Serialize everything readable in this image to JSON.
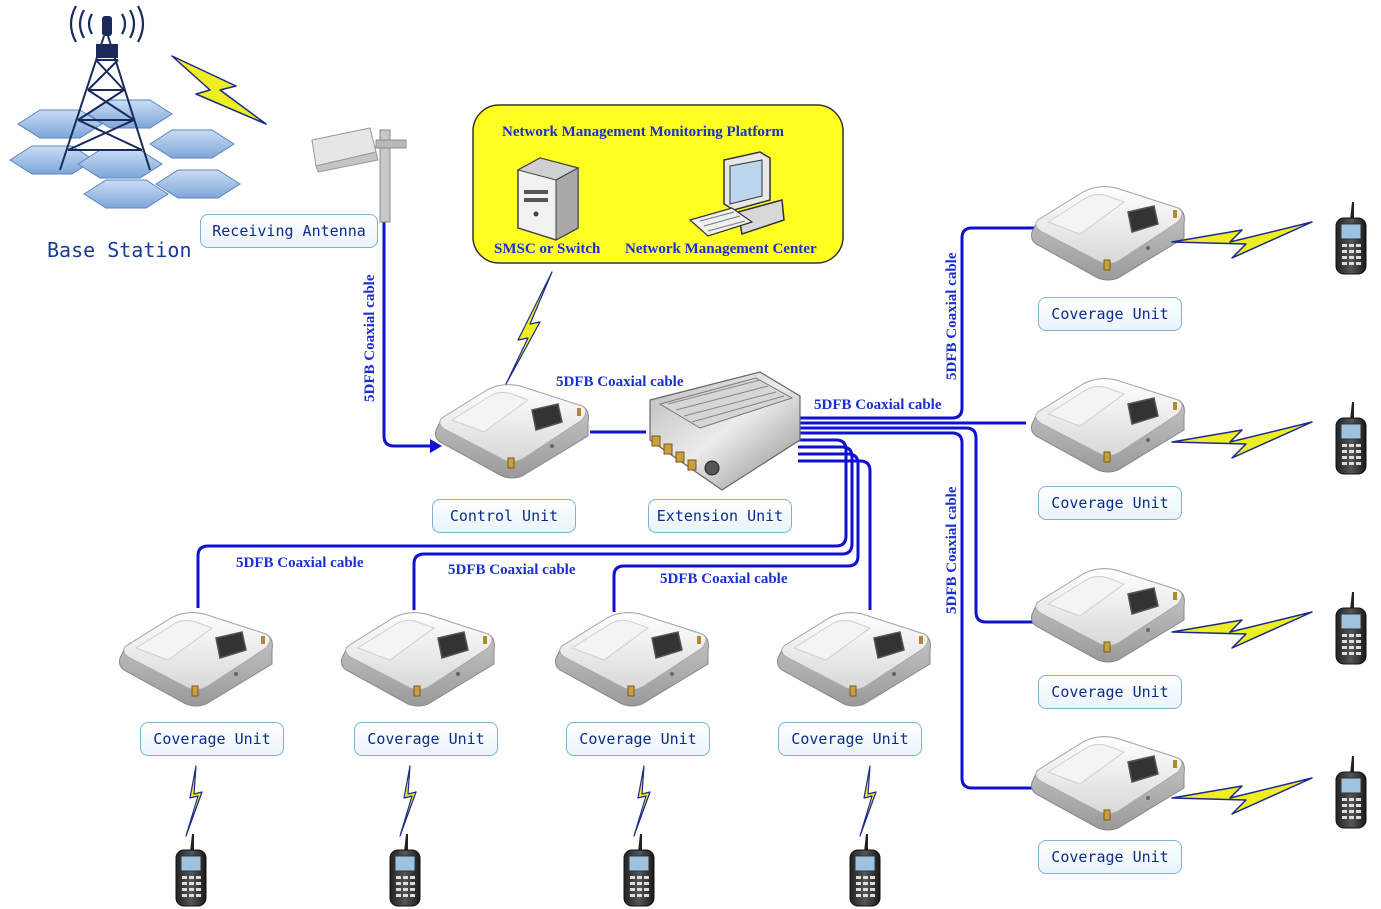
{
  "labels": {
    "base_station": "Base Station",
    "receiving_antenna": "Receiving Antenna",
    "control_unit": "Control Unit",
    "extension_unit": "Extension Unit",
    "coverage_unit": "Coverage Unit"
  },
  "platform": {
    "title": "Network Management Monitoring Platform",
    "smsc": "SMSC or Switch",
    "nmc": "Network Management Center"
  },
  "cable_label": "5DFB Coaxial cable",
  "colors": {
    "cable": "#1010d0",
    "platform_fill": "#ffff22",
    "platform_border": "#333333",
    "label_text": "#0d2c8a",
    "cable_text": "#1a2fd1",
    "lightning": "#eeee22"
  },
  "icons": [
    "base-station-tower-icon",
    "panel-antenna-icon",
    "coverage-unit-device-icon",
    "extension-unit-device-icon",
    "server-icon",
    "computer-icon",
    "mobile-phone-icon",
    "lightning-icon"
  ]
}
